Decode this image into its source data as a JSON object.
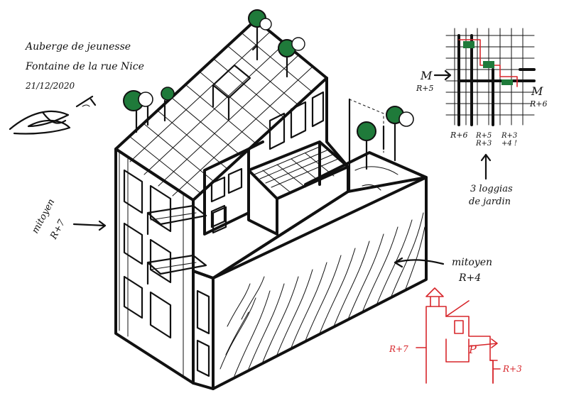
{
  "notes": {
    "title_line1": "Auberge de jeunesse",
    "title_line2": "Fontaine de la rue Nice",
    "date": "21/12/2020"
  },
  "labels": {
    "left_wall": {
      "line1": "mitoyen",
      "line2": "R+7"
    },
    "right_wall": {
      "line1": "mitoyen",
      "line2": "R+4"
    },
    "roof_note": {
      "line1": "3 loggias",
      "line2": "de jardin"
    }
  },
  "plan_diagram": {
    "label_top": {
      "line1": "M",
      "line2": "R+5"
    },
    "label_right": {
      "line1": "M",
      "line2": "R+6"
    },
    "bottom_levels": [
      "R+6",
      "R+5\nR+3",
      "R+3\n+4 !"
    ]
  },
  "section_diagram": {
    "left_level": "R+7",
    "right_level": "R+3",
    "marker": "P"
  },
  "colors": {
    "ink": "#111111",
    "accent_red": "#d7262b",
    "tree_green": "#1f7a3a"
  }
}
